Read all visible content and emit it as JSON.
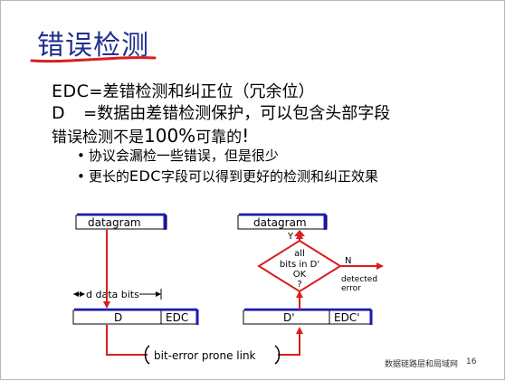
{
  "title": "错误检测",
  "lines": {
    "edc_label": "EDC",
    "edc_text": "=差错检测和纠正位（冗余位）",
    "d_label": "D",
    "d_text": "=数据由差错检测保护，可以包含头部字段",
    "reliability_prefix": "错误检测不是",
    "reliability_pct": "100%",
    "reliability_suffix": "可靠的",
    "reliability_mark": "!",
    "bullet_mark": "•",
    "bullet1": "协议会漏检一些错误，但是很少",
    "bullet2_prefix": "更长的",
    "bullet2_abbr": "EDC",
    "bullet2_suffix": "字段可以得到更好的检测和纠正效果"
  },
  "diagram": {
    "sender_datagram": "datagram",
    "receiver_datagram": "datagram",
    "d_bits_label": "d data bits",
    "sender_d": "D",
    "sender_edc": "EDC",
    "receiver_d": "D'",
    "receiver_edc": "EDC'",
    "link_label": "bit-error prone link",
    "decision_lines": [
      "all",
      "bits in D'",
      "OK",
      "?"
    ],
    "yes_label": "Y",
    "no_label": "N",
    "detected_lines": [
      "detected",
      "error"
    ]
  },
  "colors": {
    "title": "#1f2f8f",
    "accent_red": "#d81e1e",
    "box_blue": "#1a1ab8"
  },
  "footer": {
    "section": "数据链路层和局域网",
    "page": "16"
  }
}
